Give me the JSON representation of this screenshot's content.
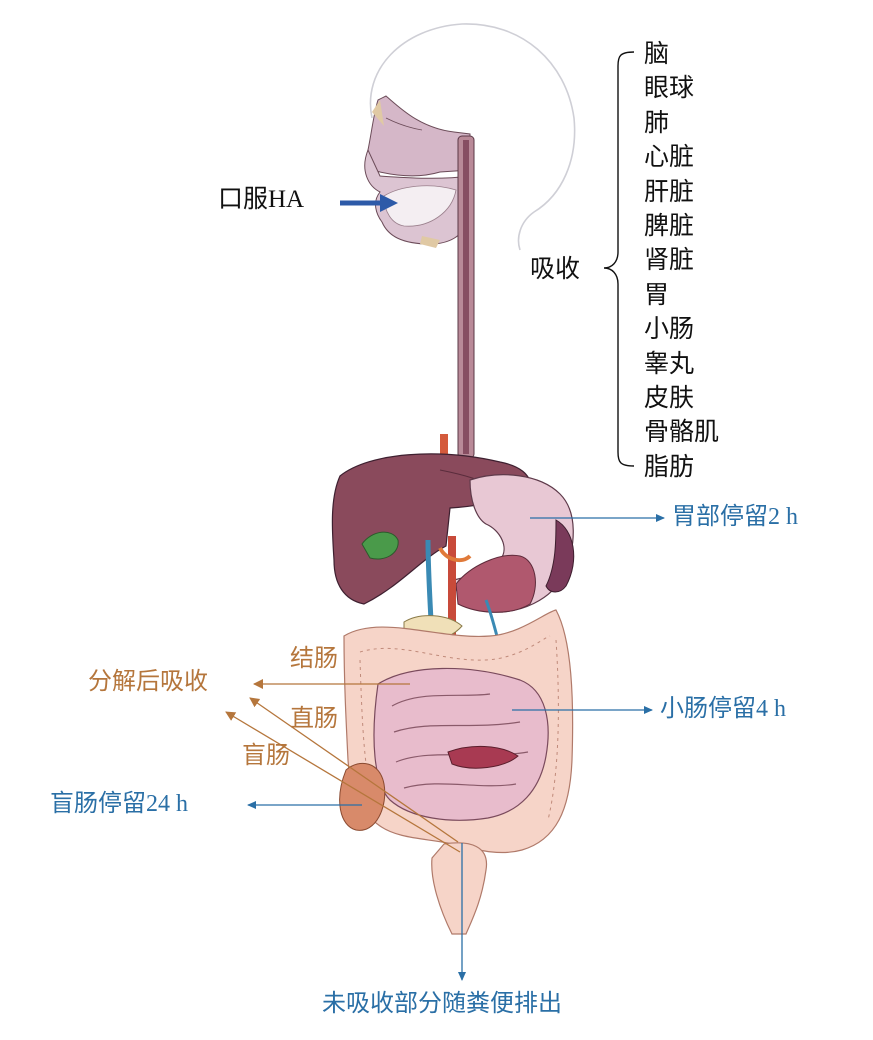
{
  "oral_label": "口服HA",
  "absorb_label": "吸收",
  "organs": [
    "脑",
    "眼球",
    "肺",
    "心脏",
    "肝脏",
    "脾脏",
    "肾脏",
    "胃",
    "小肠",
    "睾丸",
    "皮肤",
    "骨骼肌",
    "脂肪"
  ],
  "stomach_label": "胃部停留2 h",
  "small_intestine_label": "小肠停留4 h",
  "cecum_label": "盲肠停留24 h",
  "excretion_label": "未吸收部分随粪便排出",
  "decompose_label": "分解后吸收",
  "colon_label": "结肠",
  "rectum_label": "直肠",
  "cecum_organ_label": "盲肠",
  "colors": {
    "blue": "#2a6fa6",
    "orange": "#b5763c",
    "black": "#111111"
  }
}
